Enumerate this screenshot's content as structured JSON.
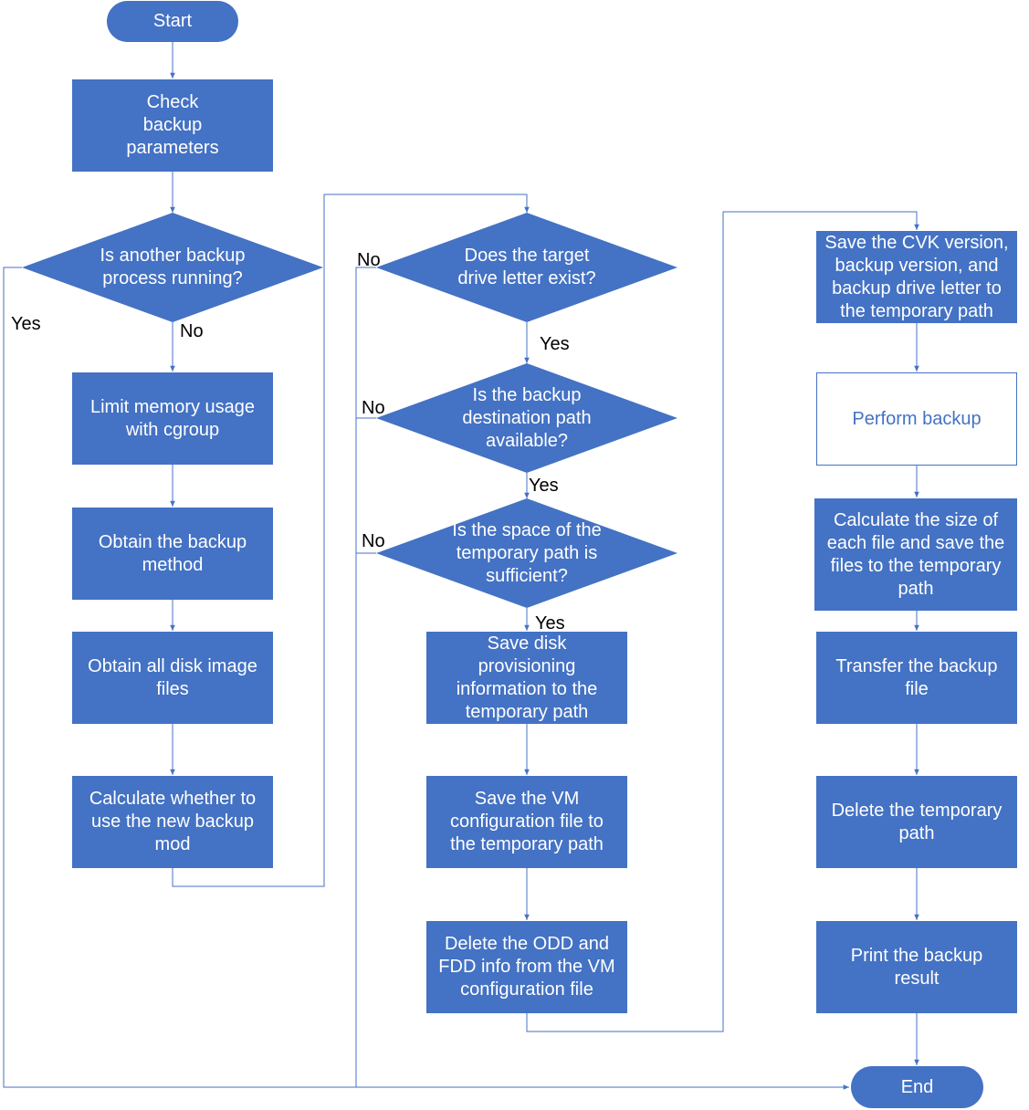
{
  "nodes": {
    "start": "Start",
    "check_params": "Check backup parameters",
    "another_running": "Is another backup process running?",
    "limit_memory": "Limit memory usage with cgroup",
    "obtain_method": "Obtain the backup method",
    "obtain_images": "Obtain all disk image files",
    "calc_new_mode": "Calculate whether to use the new backup mod",
    "drive_exists": "Does the target drive letter exist?",
    "dest_available": "Is the backup destination path available?",
    "space_sufficient": "Is the space of the temporary path is sufficient?",
    "save_provisioning": "Save disk provisioning information to the temporary path",
    "save_vm_config": "Save the VM configuration file to the temporary path",
    "delete_odd_fdd": "Delete the ODD and FDD info from the VM configuration file",
    "save_cvk": "Save the CVK version, backup version, and backup drive letter to the temporary path",
    "perform_backup": "Perform backup",
    "calc_size": "Calculate the size of each file and save the files to the temporary path",
    "transfer_file": "Transfer the backup file",
    "delete_temp": "Delete the temporary path",
    "print_result": "Print the backup result",
    "end": "End"
  },
  "edge_labels": {
    "yes_another": "Yes",
    "no_another": "No",
    "no_drive": "No",
    "yes_drive": "Yes",
    "no_dest": "No",
    "yes_dest": "Yes",
    "no_space": "No",
    "yes_space": "Yes"
  },
  "colors": {
    "fill": "#4472c4",
    "line": "#4472c4",
    "text_on_fill": "#ffffff"
  }
}
